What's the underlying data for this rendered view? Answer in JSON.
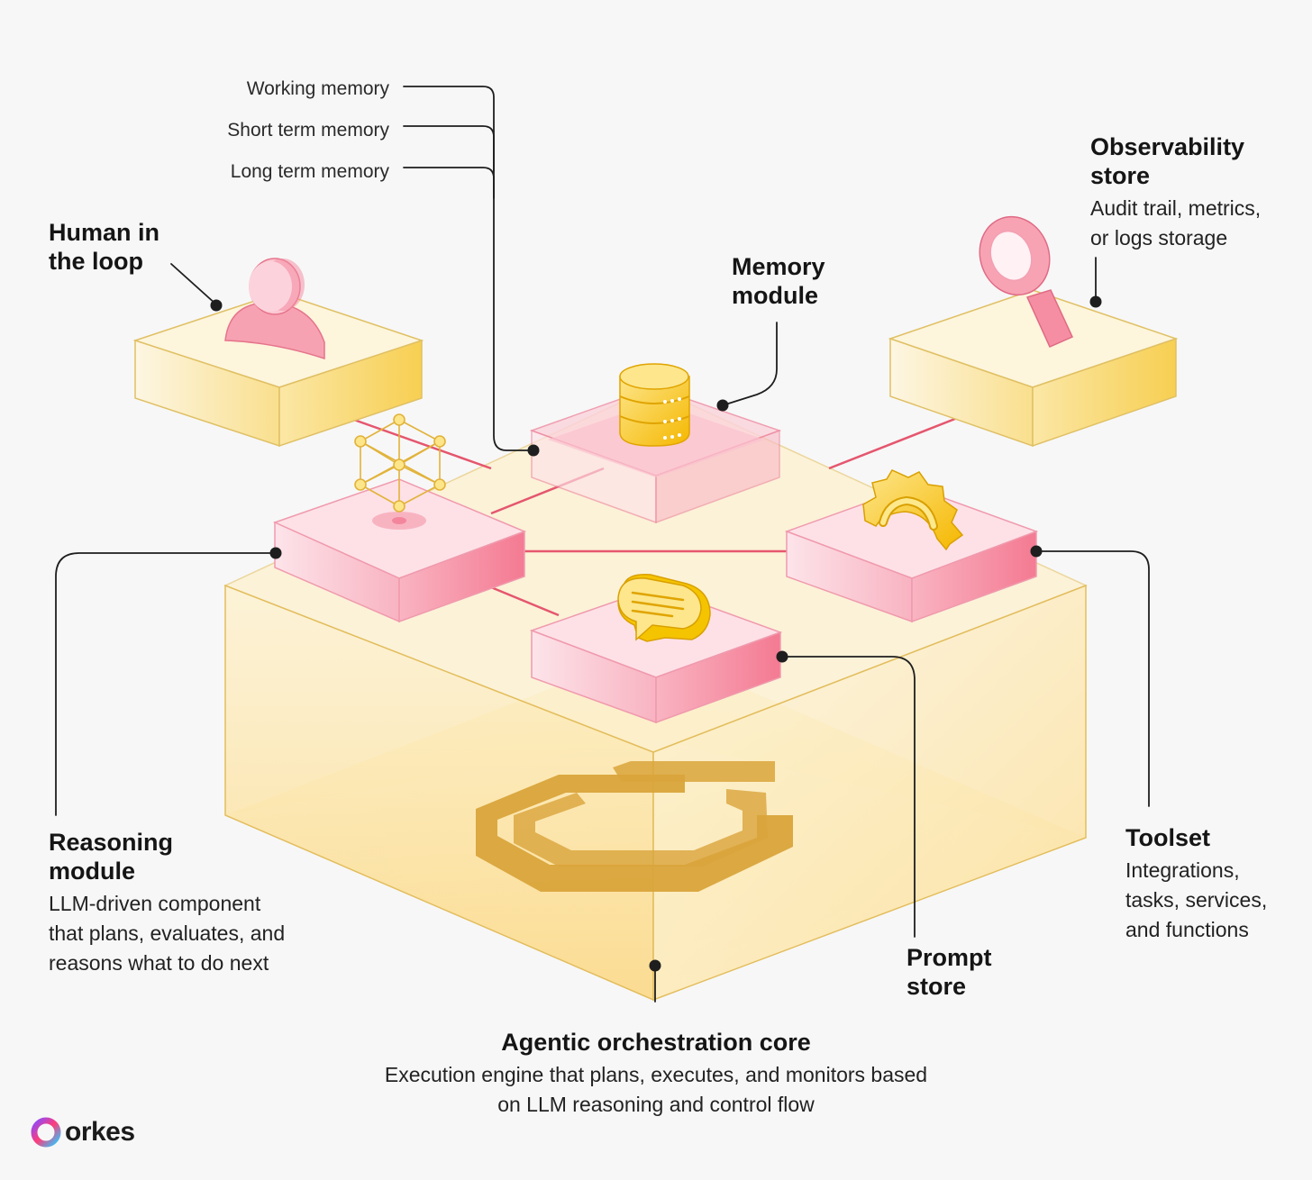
{
  "memory_types": [
    "Working memory",
    "Short term memory",
    "Long term memory"
  ],
  "human_in_loop": {
    "title_line1": "Human in",
    "title_line2": "the loop"
  },
  "memory_module": {
    "title_line1": "Memory",
    "title_line2": "module"
  },
  "observability": {
    "title_line1": "Observability",
    "title_line2": "store",
    "desc_line1": "Audit trail, metrics,",
    "desc_line2": "or logs storage"
  },
  "reasoning": {
    "title_line1": "Reasoning",
    "title_line2": "module",
    "desc_line1": "LLM-driven component",
    "desc_line2": "that plans, evaluates, and",
    "desc_line3": "reasons what to do next"
  },
  "toolset": {
    "title": "Toolset",
    "desc_line1": "Integrations,",
    "desc_line2": "tasks, services,",
    "desc_line3": "and functions"
  },
  "prompt_store": {
    "title_line1": "Prompt",
    "title_line2": "store"
  },
  "core": {
    "title": "Agentic orchestration core",
    "desc_line1": "Execution engine that plans, executes, and monitors based",
    "desc_line2": "on LLM reasoning and control flow"
  },
  "brand": {
    "name": "orkes"
  },
  "colors": {
    "yellow": "#f8d565",
    "pink": "#f6a3b3",
    "connector": "#e5566e",
    "leader": "#1a1a1a",
    "logo_gold": "#d9a43b"
  },
  "icons": [
    "person-icon",
    "database-icon",
    "magnifier-icon",
    "network-icon",
    "gear-icon",
    "chat-icon",
    "orkes-logo-icon"
  ]
}
